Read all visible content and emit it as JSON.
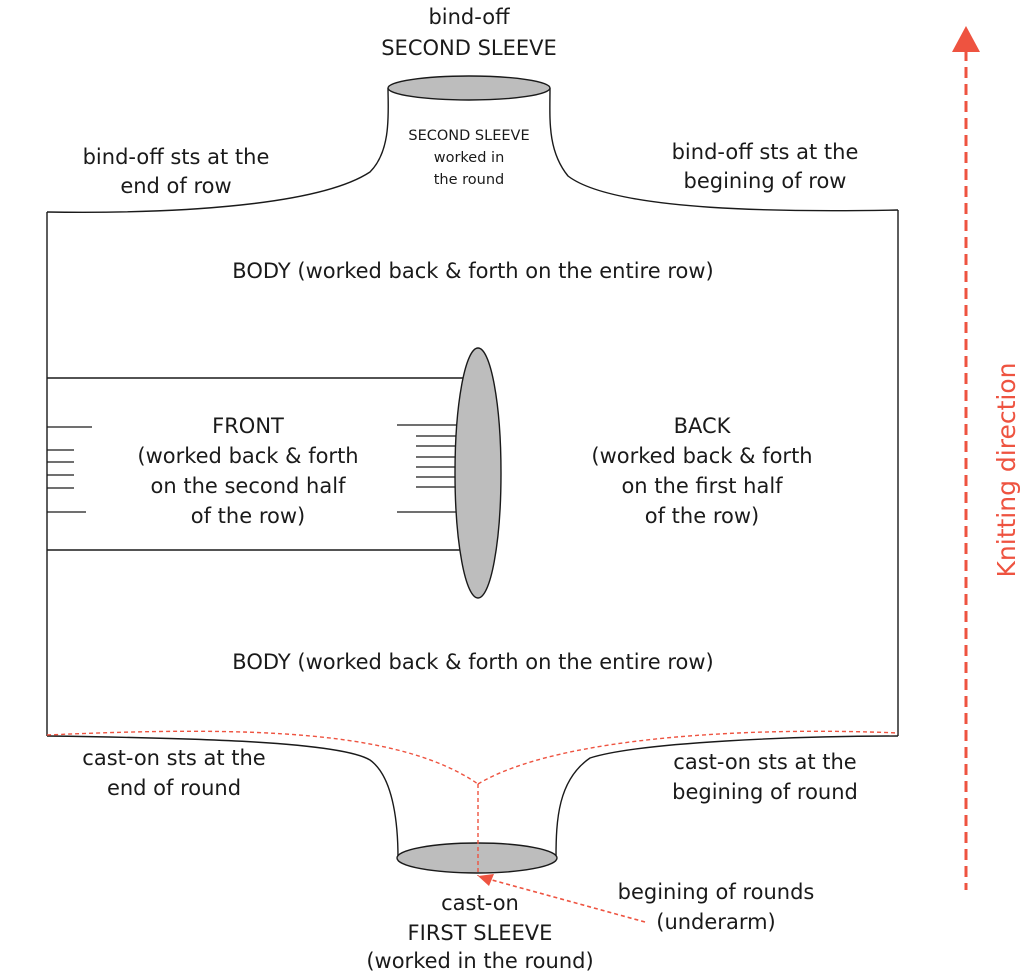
{
  "labels": {
    "top_bindoff": [
      "bind-off",
      "SECOND SLEEVE"
    ],
    "second_sleeve_inner": [
      "SECOND SLEEVE",
      "worked in",
      "the round"
    ],
    "bindoff_end": [
      "bind-off sts at the",
      "end of row"
    ],
    "bindoff_begin": [
      "bind-off sts at the",
      "begining of row"
    ],
    "body_top": "BODY (worked back & forth on the entire row)",
    "front": [
      "FRONT",
      "(worked back & forth",
      "on the second half",
      "of the row)"
    ],
    "back": [
      "BACK",
      "(worked back & forth",
      "on the first half",
      "of the row)"
    ],
    "body_bottom": "BODY (worked back & forth on the entire row)",
    "caston_end": [
      "cast-on sts at the",
      "end of round"
    ],
    "caston_begin": [
      "cast-on sts at the",
      "begining of round"
    ],
    "begin_rounds": [
      "begining of rounds",
      "(underarm)"
    ],
    "bottom_caston": [
      "cast-on",
      "FIRST SLEEVE",
      "(worked in the round)"
    ],
    "direction": "Knitting direction"
  },
  "colors": {
    "outline": "#1a1a1a",
    "fill_gray": "#bdbdbd",
    "accent_red": "#ee5340"
  }
}
